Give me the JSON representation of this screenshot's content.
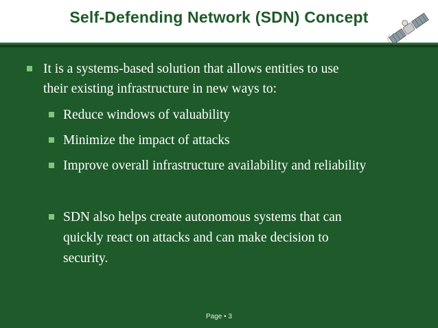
{
  "slide": {
    "title": "Self-Defending Network (SDN) Concept",
    "bullets": [
      {
        "level": 1,
        "lines": [
          "It is a systems-based solution that allows entities to use",
          "their existing infrastructure in new ways to:"
        ]
      },
      {
        "level": 2,
        "lines": [
          "Reduce windows of  valuability"
        ]
      },
      {
        "level": 2,
        "lines": [
          "Minimize the impact of attacks"
        ]
      },
      {
        "level": 2,
        "lines": [
          "Improve overall infrastructure availability and reliability"
        ]
      },
      {
        "level": 2,
        "lines": [
          "SDN also helps create autonomous systems that can",
          "quickly react on attacks and can make decision to",
          "security."
        ]
      }
    ],
    "footer": "Page • 3"
  },
  "colors": {
    "background": "#1e5a2a",
    "title": "#1e5a2a",
    "bullet": "#7ec87e",
    "text": "#ffffff"
  }
}
